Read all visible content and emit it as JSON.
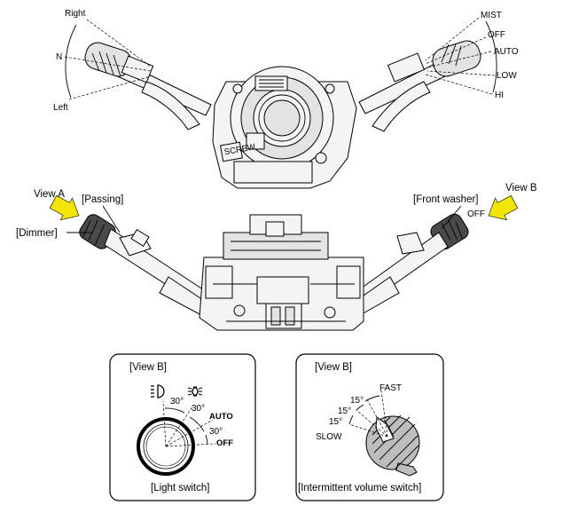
{
  "top_left_switch": {
    "right": "Right",
    "neutral": "N",
    "left": "Left"
  },
  "top_right_switch": {
    "mist": "MIST",
    "off": "OFF",
    "auto": "AUTO",
    "low": "LOW",
    "hi": "HI"
  },
  "housing_text": "SCREW",
  "middle": {
    "view_a": "View A",
    "view_b": "View B",
    "passing": "[Passing]",
    "dimmer": "[Dimmer]",
    "front_washer": "[Front washer]",
    "washer_off": "OFF"
  },
  "light_panel": {
    "view_label": "[View B]",
    "angle_1": "30°",
    "angle_2": "30°",
    "angle_3": "30°",
    "auto": "AUTO",
    "off": "OFF",
    "caption": "[Light switch]"
  },
  "wiper_panel": {
    "view_label": "[View B]",
    "fast": "FAST",
    "angle_1": "15°",
    "angle_2": "15°",
    "angle_3": "15°",
    "slow": "SLOW",
    "caption": "[Intermittent volume switch]"
  },
  "colors": {
    "arrow": "#f2e600",
    "hatch": "#bdbdbd",
    "line": "#000000"
  },
  "icons": [
    "headlamp-icon",
    "parking-lamp-icon",
    "view-arrow-icon"
  ]
}
